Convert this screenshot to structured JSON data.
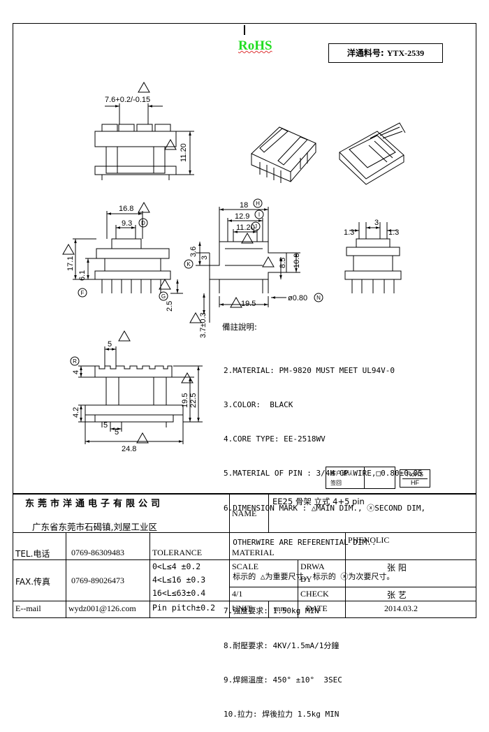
{
  "header": {
    "rohs": "RoHS",
    "part_label": "洋通料号:",
    "part_no": "YTX-2539"
  },
  "dimensions": {
    "top_width": "7.6+0.2/-0.15",
    "top_height": "11.20",
    "front_w1": "16.8",
    "front_w2": "9.3",
    "front_h1": "17.1",
    "front_h2": "6.1",
    "front_h3": "2.5",
    "side_w1": "18",
    "side_w2": "12.9",
    "side_w3": "11.20",
    "side_h1": "3.6",
    "side_h2": "3",
    "side_h3": "8.5",
    "side_h4": "10.3",
    "side_bottom": "19.5",
    "pin_dia": "ø0.80",
    "side_h5": "3.7±0.3",
    "right_w1": "1.3",
    "right_w2": "1.3",
    "right_w3": "3",
    "bottom_w1": "5",
    "bottom_h1": "4",
    "bottom_h2": "4.2",
    "bottom_h3": "19.5",
    "bottom_h4": "22.5",
    "bottom_w2": "5",
    "bottom_w3": "5",
    "bottom_w4": "24.8",
    "circ_H": "H",
    "circ_D": "D",
    "circ_I": "I",
    "circ_J": "J",
    "circ_N": "N",
    "circ_K": "K",
    "circ_R": "R",
    "circ_F": "F",
    "circ_G": "G"
  },
  "notes": {
    "title": "備註說明:",
    "lines": [
      "2.MATERIAL: PM-9820 MUST MEET UL94V-0",
      "3.COLOR:  BLACK",
      "4.CORE TYPE: EE-2518WV",
      "5.MATERIAL OF PIN : 3/4H CP WIRE,□0.80±0.05",
      "6.DIMENSION MARK : △MAIN DIM., ⓧSECOND DIM,",
      "  OTHERWIRE ARE REFERENTIAL DIM..",
      "  标示的 △为重要尺寸, 标示的 ⓧ为次要尺寸。",
      "7.強度要求: 1.50kg MIN",
      "8.耐壓要求: 4KV/1.5mA/1分鐘",
      "9.焊錫溫度: 450° ±10°  3SEC",
      "10.拉力: 焊後拉力 1.5kg MIN"
    ],
    "stamp_1": "客户确认",
    "stamp_2": "签回",
    "rohs_hf_1": "RoHS",
    "rohs_hf_2": "HF"
  },
  "titleblock": {
    "company": "东莞市洋通电子有限公司",
    "address": "广东省东莞市石碣镇,刘屋工业区",
    "name_label": "NAME",
    "name_value": "EE25 骨架   立式   4+5 pin",
    "tel_label": "TEL.电话",
    "tel_value": "0769-86309483",
    "tolerance_label": "TOLERANCE",
    "material_label": "MATERIAL",
    "material_value": "PHENOLIC",
    "fax_label": "FAX.传真",
    "fax_value": "0769-89026473",
    "tol_1": "0<L≤4   ±0.2",
    "tol_2": "4<L≤16  ±0.3",
    "tol_3": "16<L≤63±0.4",
    "tol_4": "Pin pitch±0.2",
    "scale_label": "SCALE",
    "scale_value": "4/1",
    "drawn_label_1": "DRWA",
    "drawn_label_2": "BY",
    "drawn_value": "张 阳",
    "check_label": "CHECK",
    "check_value": "张 艺",
    "email_label": "E--mail",
    "email_value": "wydz001@126.com",
    "unit_label": "UNIT",
    "unit_value": "mm",
    "date_label": "DATE",
    "date_value": "2014.03.2"
  }
}
